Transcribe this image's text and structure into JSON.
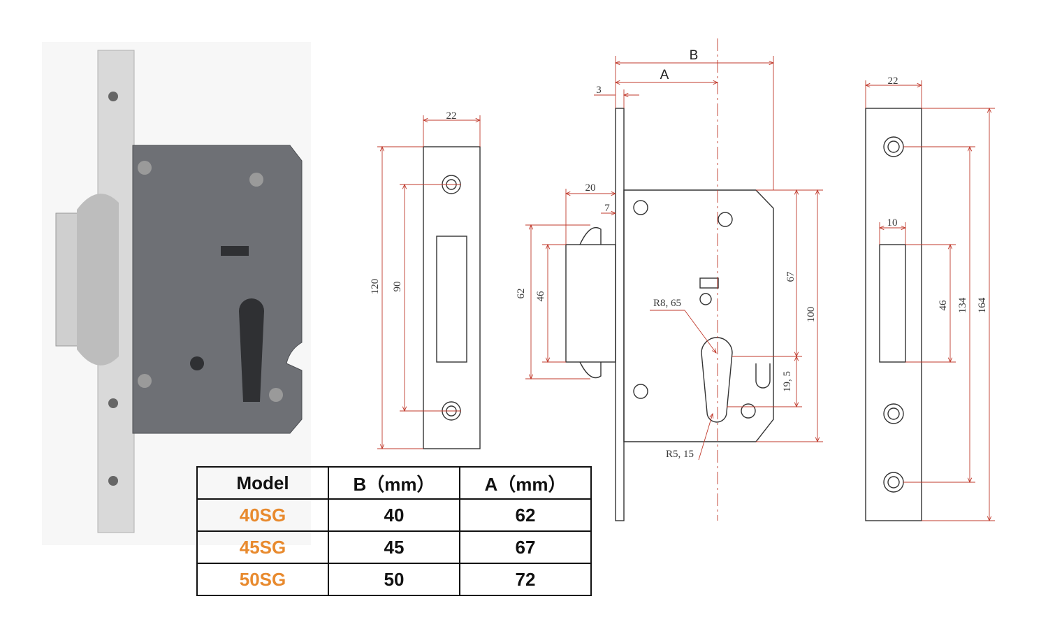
{
  "colors": {
    "model_text": "#e88a2e",
    "dimension_line": "#c0392b",
    "outline": "#333333"
  },
  "table": {
    "headers": [
      "Model",
      "B（mm）",
      "A（mm）"
    ],
    "rows": [
      {
        "model": "40SG",
        "b": "40",
        "a": "62"
      },
      {
        "model": "45SG",
        "b": "45",
        "a": "67"
      },
      {
        "model": "50SG",
        "b": "50",
        "a": "72"
      }
    ]
  },
  "strike_plate_left": {
    "width": "22",
    "height_outer": "120",
    "hole_spacing": "90"
  },
  "lock_body": {
    "label_b": "B",
    "label_a": "A",
    "faceplate": "3",
    "latch_projection": "20",
    "latch_step": "7",
    "latch_height_outer": "62",
    "latch_height_inner": "46",
    "radius_upper": "R8, 65",
    "radius_lower": "R5, 15",
    "height_67": "67",
    "height_100": "100",
    "cyl_offset": "19, 5"
  },
  "faceplate_right": {
    "width": "22",
    "slot_width": "10",
    "slot_height": "46",
    "hole_spacing": "134",
    "height": "164"
  }
}
